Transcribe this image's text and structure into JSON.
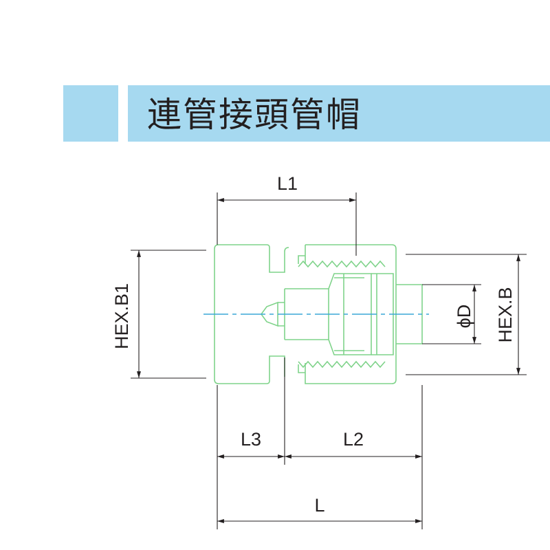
{
  "title": {
    "text": "連管接頭管帽",
    "accent_color": "#a6d9f0"
  },
  "colors": {
    "outline": "#7fd38a",
    "centerline": "#3aa7d6",
    "dimension": "#231f20"
  },
  "dimensions": {
    "L1": "L1",
    "L2": "L2",
    "L3": "L3",
    "L": "L",
    "HEX_B1": "HEX.B1",
    "HEX_B": "HEX.B",
    "D": "ϕD"
  }
}
